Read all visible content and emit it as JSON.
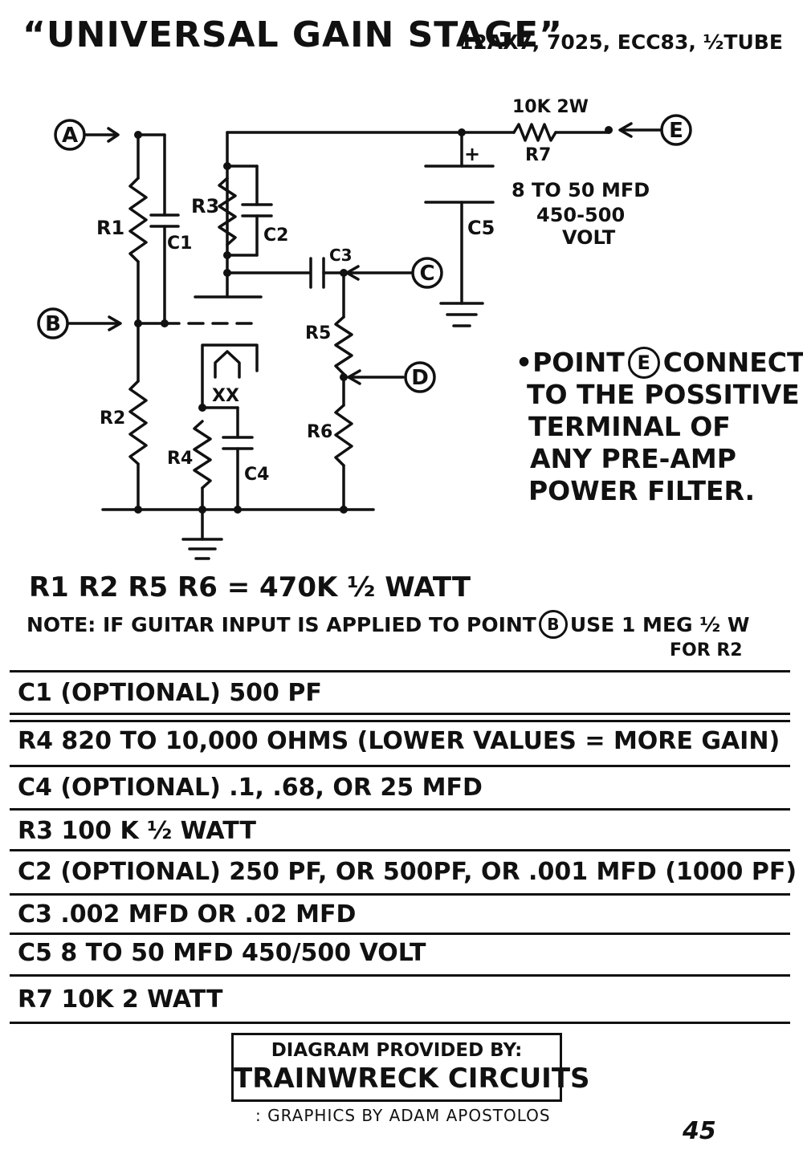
{
  "header": {
    "title": "“UNIVERSAL GAIN STAGE”",
    "subtitle": "12AX7, 7025, ECC83, ½TUBE"
  },
  "schematic": {
    "points": [
      "A",
      "B",
      "C",
      "D",
      "E"
    ],
    "labels": {
      "r1": "R1",
      "r2": "R2",
      "r3": "R3",
      "r4": "R4",
      "r5": "R5",
      "r6": "R6",
      "r7": "R7",
      "c1": "C1",
      "c2": "C2",
      "c3": "C3",
      "c4": "C4",
      "c5": "C5",
      "r7_value": "10K 2W",
      "c5_value": [
        "8 TO 50 MFD",
        "450-500",
        "VOLT"
      ],
      "filament": "XX",
      "plus": "+"
    }
  },
  "note_e": {
    "prefix": "•POINT",
    "point": "E",
    "line1_rest": "CONNECTS",
    "line2": "TO THE POSSITIVE",
    "line3": "TERMINAL OF",
    "line4": "ANY PRE-AMP",
    "line5": "POWER FILTER."
  },
  "resistor_note": "R1 R2 R5 R6 = 470K ½ WATT",
  "guitar_note": {
    "prefix": "NOTE: IF GUITAR INPUT IS APPLIED TO POINT",
    "point": "B",
    "suffix": "USE 1 MEG ½ W",
    "line2": "FOR R2"
  },
  "parts_table": [
    "C1 (OPTIONAL)  500 PF",
    "R4  820 TO 10,000  OHMS  (LOWER VALUES = MORE GAIN)",
    "C4 (OPTIONAL) .1, .68, OR 25 MFD",
    "R3  100 K ½ WATT",
    "C2 (OPTIONAL) 250 PF, OR 500PF, OR .001 MFD (1000 PF)",
    "C3  .002 MFD OR  .02 MFD",
    "C5  8 TO 50 MFD  450/500 VOLT",
    "R7  10K  2 WATT"
  ],
  "credit": {
    "line1": "DIAGRAM PROVIDED BY:",
    "line2": "TRAINWRECK CIRCUITS",
    "graphics": ": GRAPHICS BY ADAM APOSTOLOS"
  },
  "page_number": "45"
}
